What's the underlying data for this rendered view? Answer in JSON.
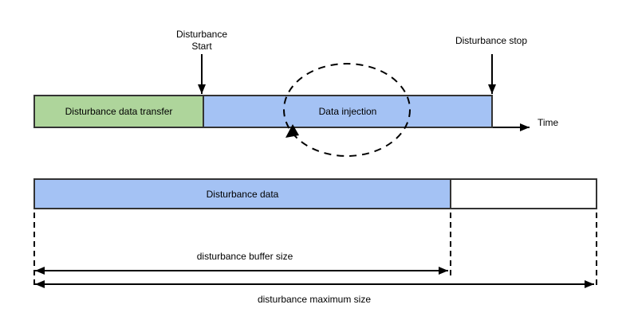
{
  "diagram": {
    "timeline": {
      "transfer_label": "Disturbance data transfer",
      "injection_label": "Data injection",
      "start_label_line1": "Disturbance",
      "start_label_line2": "Start",
      "stop_label": "Disturbance stop",
      "axis_label": "Time"
    },
    "buffer": {
      "data_label": "Disturbance data",
      "buffer_size_label": "disturbance buffer size",
      "max_size_label": "disturbance maximum size"
    },
    "icons": {
      "loop_icon": "dashed-ellipse-repeat-loop",
      "arrowhead_icon": "filled-triangle-arrowhead"
    },
    "colors": {
      "transfer_fill": "#aed59b",
      "injection_fill": "#a4c2f4",
      "empty_fill": "#ffffff",
      "box_stroke": "#333333",
      "line_color": "#000000",
      "text_color": "#000000"
    }
  }
}
